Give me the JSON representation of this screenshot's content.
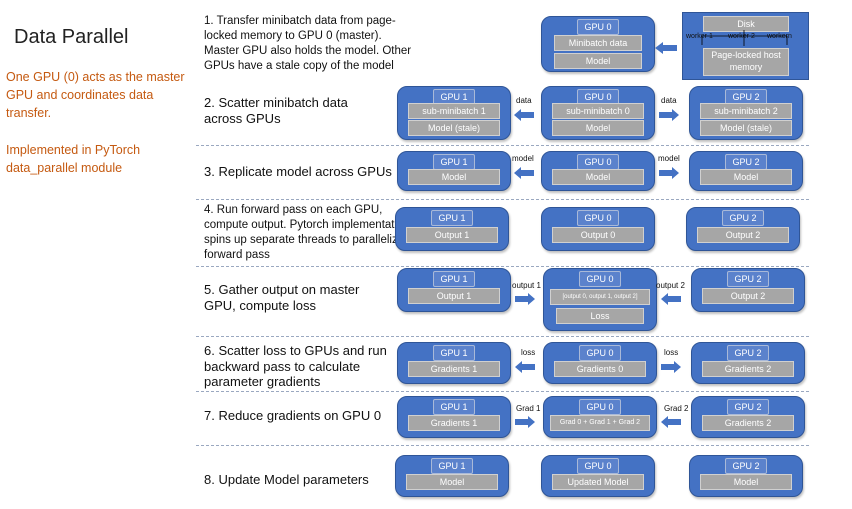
{
  "title": "Data Parallel",
  "notes": {
    "master": "One GPU (0) acts as the master GPU and coordinates data transfer.",
    "impl": "Implemented in PyTorch data_parallel module"
  },
  "steps": [
    "1. Transfer minibatch data from page-locked memory  to GPU 0 (master). Master GPU also holds the model. Other GPUs have a stale copy of the model",
    "2. Scatter minibatch data across GPUs",
    "3. Replicate model across GPUs",
    "4. Run forward pass on each GPU, compute output. Pytorch implementation spins up separate threads to parallelize forward pass",
    "5. Gather output on master GPU, compute loss",
    "6. Scatter loss to GPUs and run backward pass to calculate parameter gradients",
    "7. Reduce gradients on GPU 0",
    "8. Update Model parameters"
  ],
  "gpu_labels": {
    "g0": "GPU 0",
    "g1": "GPU 1",
    "g2": "GPU 2"
  },
  "disk": {
    "label": "Disk",
    "workers": [
      "worker 1",
      "worker 2",
      "workern"
    ],
    "memory": "Page-locked host memory"
  },
  "row1": {
    "data": "Minibatch data",
    "model": "Model"
  },
  "row2": {
    "g1": [
      "sub-minibatch 1",
      "Model (stale)"
    ],
    "g0": [
      "sub-minibatch 0",
      "Model"
    ],
    "g2": [
      "sub-minibatch 2",
      "Model (stale)"
    ],
    "arrow": "data"
  },
  "row3": {
    "g1": "Model",
    "g0": "Model",
    "g2": "Model",
    "arrow": "model"
  },
  "row4": {
    "g1": "Output 1",
    "g0": "Output 0",
    "g2": "Output  2"
  },
  "row5": {
    "g1": "Output 1",
    "g0a": "[output 0, output 1, output 2]",
    "g0b": "Loss",
    "g2": "Output  2",
    "a1": "output 1",
    "a2": "output 2"
  },
  "row6": {
    "g1": "Gradients 1",
    "g0": "Gradients 0",
    "g2": "Gradients 2",
    "arrow": "loss"
  },
  "row7": {
    "g1": "Gradients 1",
    "g0": "Grad 0 + Grad 1 + Grad 2",
    "g2": "Gradients 2",
    "a1": "Grad 1",
    "a2": "Grad 2"
  },
  "row8": {
    "g1": "Model",
    "g0": "Updated Model",
    "g2": "Model"
  },
  "colors": {
    "gpu": "#4472c4",
    "inner": "#a6a6a6",
    "accent": "#c55a11"
  }
}
